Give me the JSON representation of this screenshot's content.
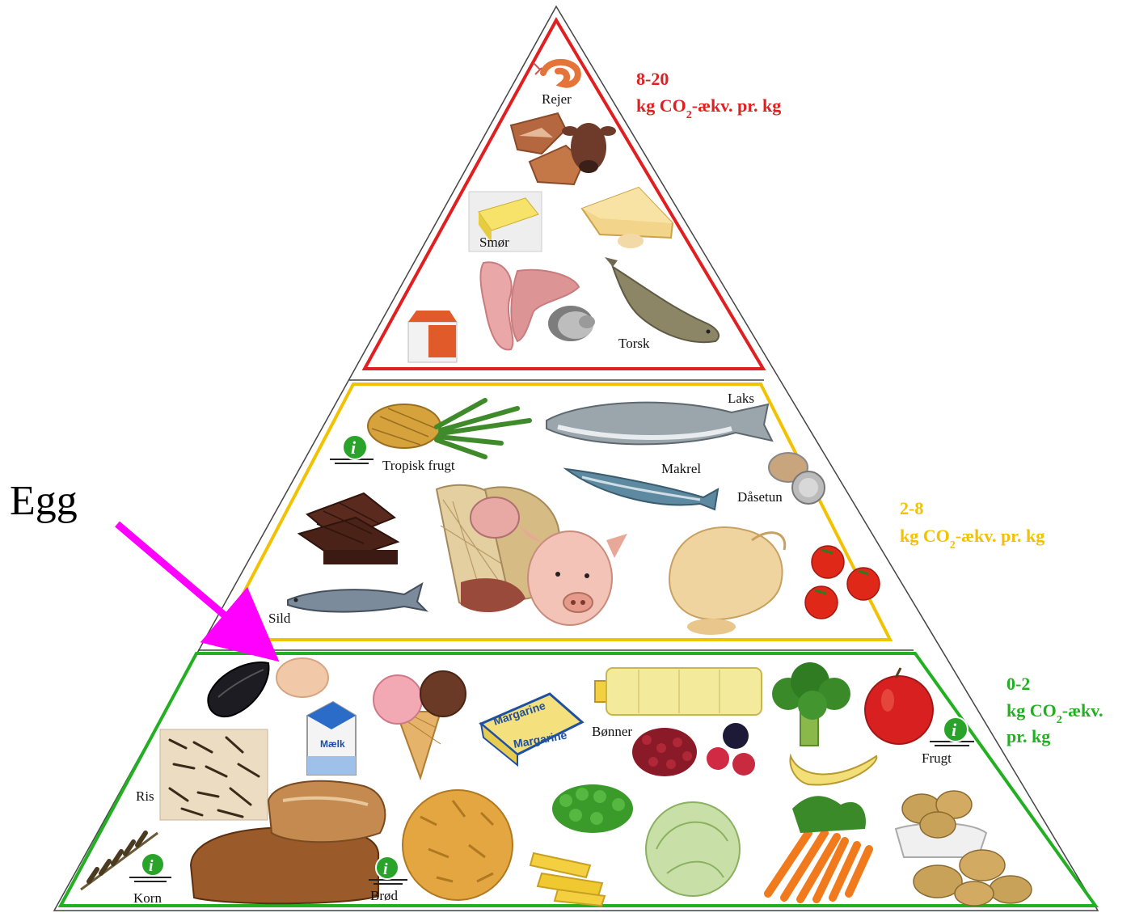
{
  "annotation": {
    "label": "Egg",
    "arrow_color": "#ff00ff"
  },
  "tiers": {
    "top": {
      "range": "8-20",
      "unit_prefix": "kg CO",
      "unit_sub": "2",
      "unit_suffix": "-ækv. pr. kg",
      "color": "#e02020",
      "labels": {
        "rejer": "Rejer",
        "smor": "Smør",
        "torsk": "Torsk"
      }
    },
    "middle": {
      "range": "2-8",
      "unit_prefix": "kg CO",
      "unit_sub": "2",
      "unit_suffix": "-ækv. pr. kg",
      "color": "#f2c200",
      "labels": {
        "laks": "Laks",
        "tropisk": "Tropisk frugt",
        "makrel": "Makrel",
        "dasetun": "Dåsetun",
        "sild": "Sild"
      }
    },
    "bottom": {
      "range": "0-2",
      "unit_prefix": "kg CO",
      "unit_sub": "2",
      "unit_suffix": "-ækv.",
      "unit_line2": "pr. kg",
      "color": "#22b022",
      "labels": {
        "bonner": "Bønner",
        "frugt": "Frugt",
        "ris": "Ris",
        "korn": "Korn",
        "brod": "Brød"
      },
      "packaging": {
        "milk": "Mælk",
        "margarine": "Margarine"
      }
    }
  },
  "icons": [
    "info-icon",
    "shrimp-icon",
    "beef-icon",
    "cow-icon",
    "butter-icon",
    "cheese-icon",
    "milk-carton-icon",
    "lamb-icon",
    "sheep-icon",
    "cod-icon",
    "pineapple-icon",
    "salmon-icon",
    "mackerel-icon",
    "tuna-can-icon",
    "chocolate-icon",
    "ham-icon",
    "pig-icon",
    "chicken-icon",
    "tomato-icon",
    "herring-icon",
    "mussel-icon",
    "egg-icon",
    "ice-cream-icon",
    "margarine-icon",
    "oil-bottle-icon",
    "broccoli-icon",
    "apple-icon",
    "banana-icon",
    "beans-icon",
    "berries-icon",
    "rice-icon",
    "bread-icon",
    "cornflakes-icon",
    "peas-icon",
    "pasta-icon",
    "cabbage-icon",
    "carrots-icon",
    "potatoes-icon",
    "wheat-icon"
  ]
}
